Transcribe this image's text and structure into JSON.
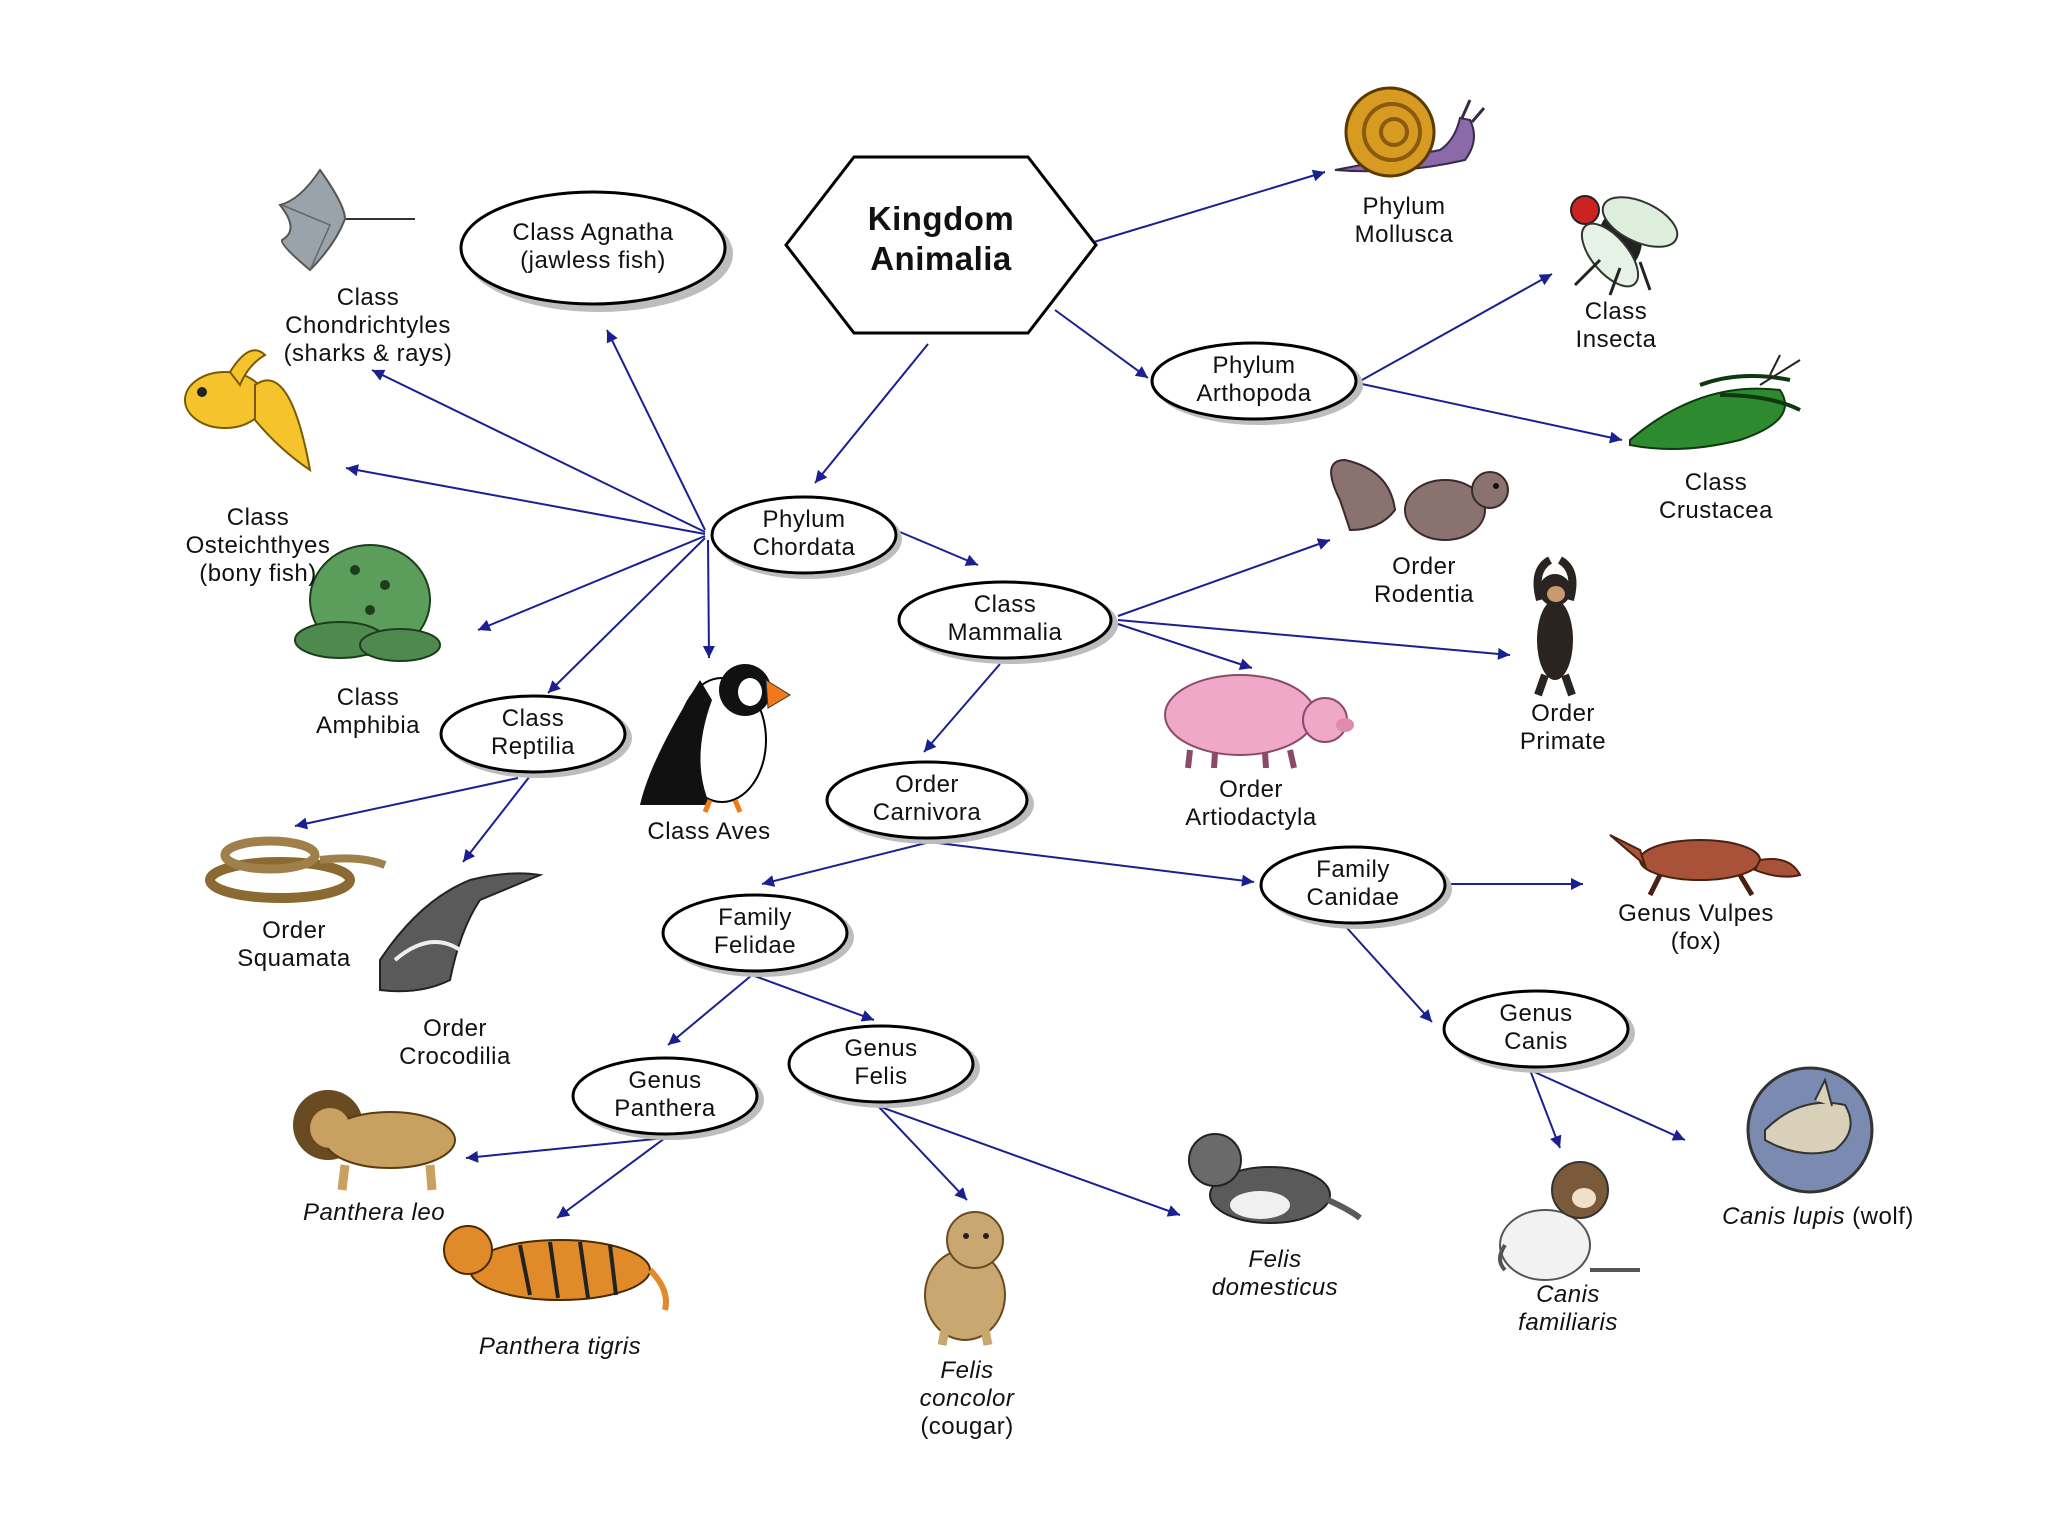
{
  "kingdom": {
    "line1": "Kingdom",
    "line2": "Animalia"
  },
  "nodes": {
    "agnatha": {
      "line1": "Class Agnatha",
      "line2": "(jawless fish)"
    },
    "chordata": {
      "line1": "Phylum",
      "line2": "Chordata"
    },
    "arthropoda": {
      "line1": "Phylum",
      "line2": "Arthopoda"
    },
    "mammalia": {
      "line1": "Class",
      "line2": "Mammalia"
    },
    "reptilia": {
      "line1": "Class",
      "line2": "Reptilia"
    },
    "carnivora": {
      "line1": "Order",
      "line2": "Carnivora"
    },
    "felidae": {
      "line1": "Family",
      "line2": "Felidae"
    },
    "canidae": {
      "line1": "Family",
      "line2": "Canidae"
    },
    "panthera": {
      "line1": "Genus",
      "line2": "Panthera"
    },
    "felis": {
      "line1": "Genus",
      "line2": "Felis"
    },
    "canis": {
      "line1": "Genus",
      "line2": "Canis"
    }
  },
  "labels": {
    "mollusca": [
      "Phylum",
      "Mollusca"
    ],
    "insecta": [
      "Class",
      "Insecta"
    ],
    "crustacea": [
      "Class",
      "Crustacea"
    ],
    "chondrichthyes": [
      "Class",
      "Chondrichtyles",
      "(sharks & rays)"
    ],
    "osteichthyes": [
      "Class",
      "Osteichthyes",
      "(bony fish)"
    ],
    "amphibia": [
      "Class",
      "Amphibia"
    ],
    "aves": [
      "Class Aves"
    ],
    "squamata": [
      "Order",
      "Squamata"
    ],
    "crocodilia": [
      "Order",
      "Crocodilia"
    ],
    "rodentia": [
      "Order",
      "Rodentia"
    ],
    "primate": [
      "Order",
      "Primate"
    ],
    "artiodactyla": [
      "Order",
      "Artiodactyla"
    ],
    "vulpes": [
      "Genus Vulpes",
      "(fox)"
    ],
    "leo": [
      "Panthera leo"
    ],
    "tigris": [
      "Panthera tigris"
    ],
    "concolor": [
      "Felis",
      "concolor",
      "(cougar)"
    ],
    "domesticus": [
      "Felis",
      "domesticus"
    ],
    "familiaris": [
      "Canis",
      "familiaris"
    ],
    "lupus_it": "Canis lupis",
    "lupus_plain": " (wolf)"
  },
  "icons": [
    "stingray-icon",
    "goldfish-icon",
    "frog-icon",
    "puffin-icon",
    "snake-icon",
    "crocodile-icon",
    "snail-icon",
    "fly-icon",
    "lobster-icon",
    "squirrel-icon",
    "chimp-icon",
    "pig-icon",
    "fox-icon",
    "wolf-icon",
    "lion-icon",
    "tiger-icon",
    "cougar-cub-icon",
    "kitten-icon",
    "puppy-icon"
  ],
  "colors": {
    "arrow": "#1a2090",
    "outline": "#000000"
  }
}
